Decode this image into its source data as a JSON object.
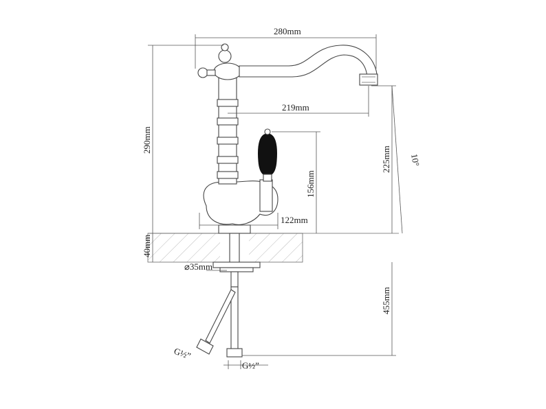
{
  "dimensions": {
    "spout_reach_total": "280mm",
    "spout_reach_center": "219mm",
    "total_height": "290mm",
    "spout_height": "225mm",
    "lever_height": "156mm",
    "base_width": "122mm",
    "countertop_thickness": "40mm",
    "hole_diameter": "⌀35mm",
    "hose_length": "455mm",
    "swivel_angle": "10°",
    "thread_left": "G½”",
    "thread_right": "G½”"
  },
  "colors": {
    "line": "#444444",
    "handle": "#111111",
    "hatch": "#888888"
  }
}
